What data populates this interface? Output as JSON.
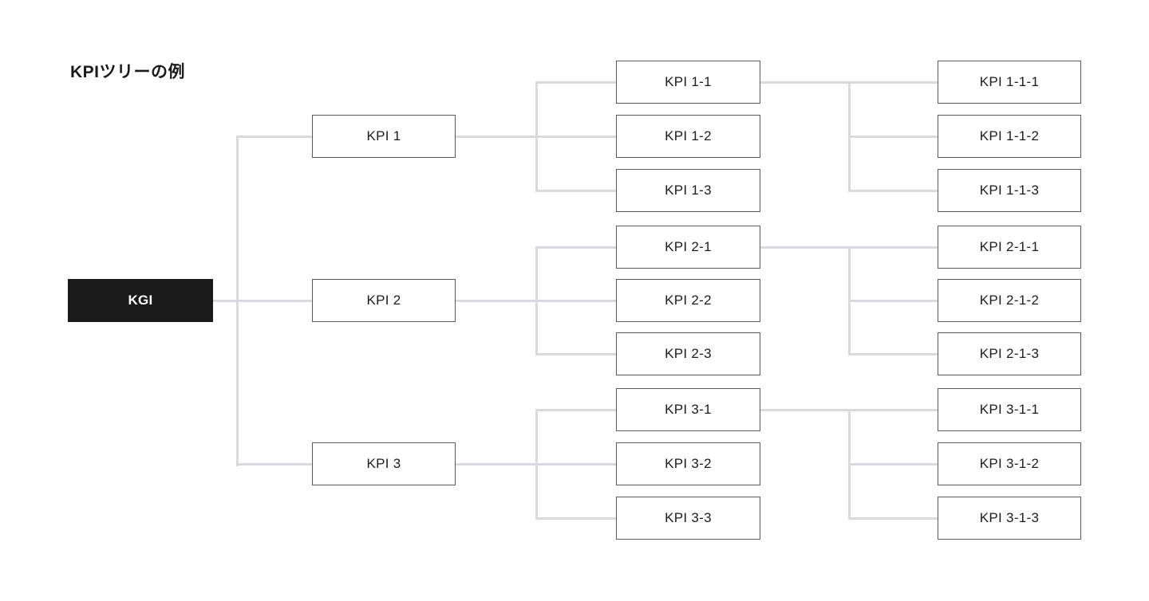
{
  "title": "KPIツリーの例",
  "colors": {
    "kgi_bg": "#1a1a1a",
    "kgi_text": "#ffffff",
    "box_bg": "#ffffff",
    "box_border": "#5a5a5a",
    "box_text": "#1d1d1f",
    "connector": "#d9d9de",
    "background": "#ffffff"
  },
  "tree": {
    "root": {
      "label": "KGI"
    },
    "level1": [
      {
        "label": "KPI 1"
      },
      {
        "label": "KPI 2"
      },
      {
        "label": "KPI 3"
      }
    ],
    "level2": [
      {
        "label": "KPI 1-1"
      },
      {
        "label": "KPI 1-2"
      },
      {
        "label": "KPI 1-3"
      },
      {
        "label": "KPI 2-1"
      },
      {
        "label": "KPI 2-2"
      },
      {
        "label": "KPI 2-3"
      },
      {
        "label": "KPI 3-1"
      },
      {
        "label": "KPI 3-2"
      },
      {
        "label": "KPI 3-3"
      }
    ],
    "level3": [
      {
        "label": "KPI 1-1-1"
      },
      {
        "label": "KPI 1-1-2"
      },
      {
        "label": "KPI 1-1-3"
      },
      {
        "label": "KPI 2-1-1"
      },
      {
        "label": "KPI 2-1-2"
      },
      {
        "label": "KPI 2-1-3"
      },
      {
        "label": "KPI 3-1-1"
      },
      {
        "label": "KPI 3-1-2"
      },
      {
        "label": "KPI 3-1-3"
      }
    ]
  }
}
